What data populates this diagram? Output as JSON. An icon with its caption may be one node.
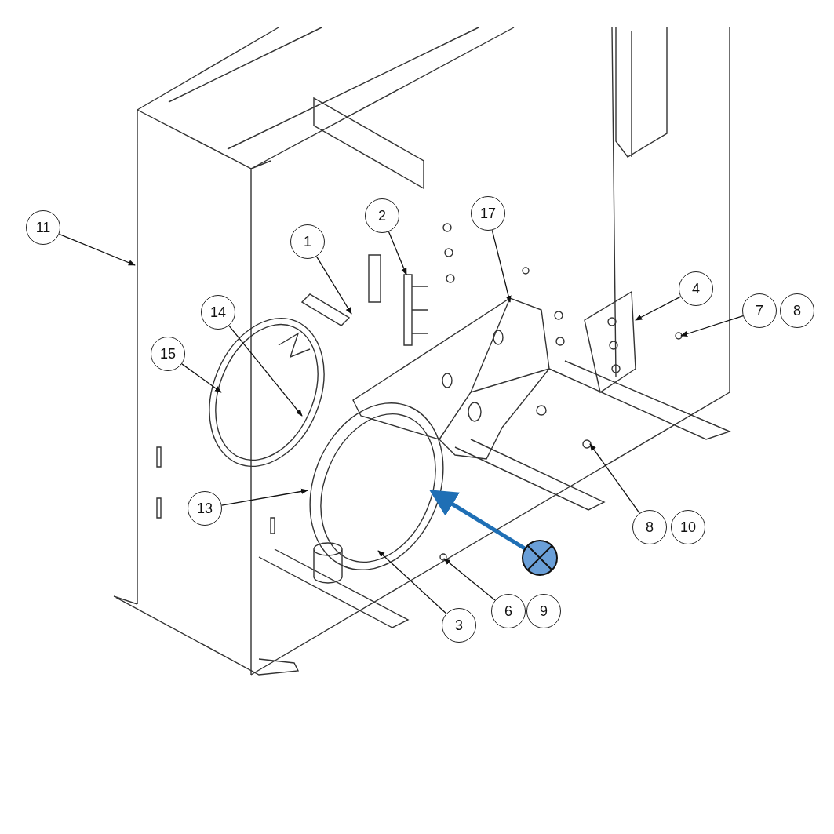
{
  "diagram": {
    "nodes": [
      {
        "text": [
          "11"
        ]
      },
      {
        "text": [
          "2"
        ]
      },
      {
        "text": [
          "17"
        ]
      },
      {
        "text": [
          "1"
        ]
      },
      {
        "text": [
          "14"
        ]
      },
      {
        "text": [
          "4"
        ]
      },
      {
        "text": [
          "7"
        ]
      },
      {
        "text": [
          "8"
        ]
      },
      {
        "text": [
          "15"
        ]
      },
      {
        "text": [
          "13"
        ]
      },
      {
        "text": [
          "8"
        ]
      },
      {
        "text": [
          "10"
        ]
      },
      {
        "text": [],
        "shape": "circle"
      },
      {
        "text": [
          "6"
        ]
      },
      {
        "text": [
          "9"
        ]
      },
      {
        "text": [
          "3"
        ]
      }
    ],
    "edges": [
      {
        "from": 0,
        "to": null,
        "arrow": "to"
      },
      {
        "from": 1,
        "to": null,
        "arrow": "to"
      },
      {
        "from": 2,
        "to": null,
        "arrow": "to"
      },
      {
        "from": 3,
        "to": null,
        "arrow": "to"
      },
      {
        "from": 4,
        "to": null,
        "arrow": "to"
      },
      {
        "from": 5,
        "to": null,
        "arrow": "to"
      },
      {
        "from": 6,
        "to": null,
        "arrow": "to"
      },
      {
        "from": 8,
        "to": null,
        "arrow": "to"
      },
      {
        "from": 9,
        "to": null,
        "arrow": "to"
      },
      {
        "from": 10,
        "to": null,
        "arrow": "to"
      },
      {
        "from": 12,
        "to": null,
        "arrow": "to",
        "style": "thick",
        "color": "#1f6fb5"
      },
      {
        "from": 13,
        "to": null,
        "arrow": "to"
      },
      {
        "from": 15,
        "to": null,
        "arrow": "to"
      }
    ]
  }
}
